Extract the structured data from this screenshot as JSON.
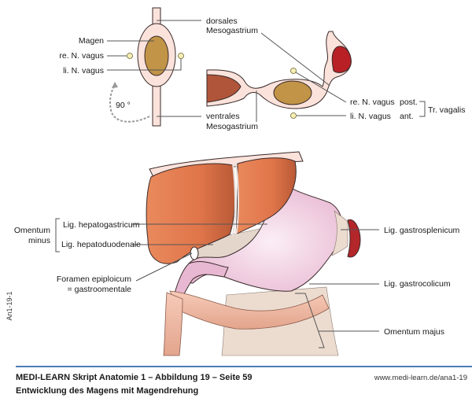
{
  "colors": {
    "mesentery": "#fbe3dc",
    "stomach_embryo": "#c19447",
    "liver": "#e0754a",
    "liver_dark": "#b95a37",
    "spleen": "#b3262a",
    "spleen_embryo": "#b82025",
    "stomach": "#f0cde0",
    "colon": "#f0b9a3",
    "omentum": "#ecdcd0",
    "nerve": "#f6efb4",
    "rule": "#4d7bb5"
  },
  "top_left": {
    "labels": {
      "magen": "Magen",
      "re_vagus": "re. N. vagus",
      "li_vagus": "li. N. vagus",
      "dorsales_1": "dorsales",
      "dorsales_2": "Mesogastrium",
      "ventrales_1": "ventrales",
      "ventrales_2": "Mesogastrium",
      "rotation": "90 °"
    }
  },
  "top_right": {
    "labels": {
      "re_vagus": "re. N. vagus",
      "li_vagus": "li. N. vagus",
      "post": "post.",
      "ant": "ant.",
      "tr_vagalis": "Tr. vagalis"
    }
  },
  "bottom": {
    "labels": {
      "omentum_minus_1": "Omentum",
      "omentum_minus_2": "minus",
      "lig_hepatogastricum": "Lig. hepatogastricum",
      "lig_hepatoduodenale": "Lig. hepatoduodenale",
      "foramen_1": "Foramen epiploicum",
      "foramen_2": "= gastroomentale",
      "lig_gastrosplenicum": "Lig. gastrosplenicum",
      "lig_gastrocolicum": "Lig. gastrocolicum",
      "omentum_majus": "Omentum majus"
    }
  },
  "footer": {
    "title": "MEDI-LEARN Skript Anatomie 1 – Abbildung 19 – Seite 59",
    "subtitle": "Entwicklung des Magens mit Magendrehung",
    "url": "www.medi-learn.de/ana1-19",
    "figure_id": "An1-19-1"
  }
}
